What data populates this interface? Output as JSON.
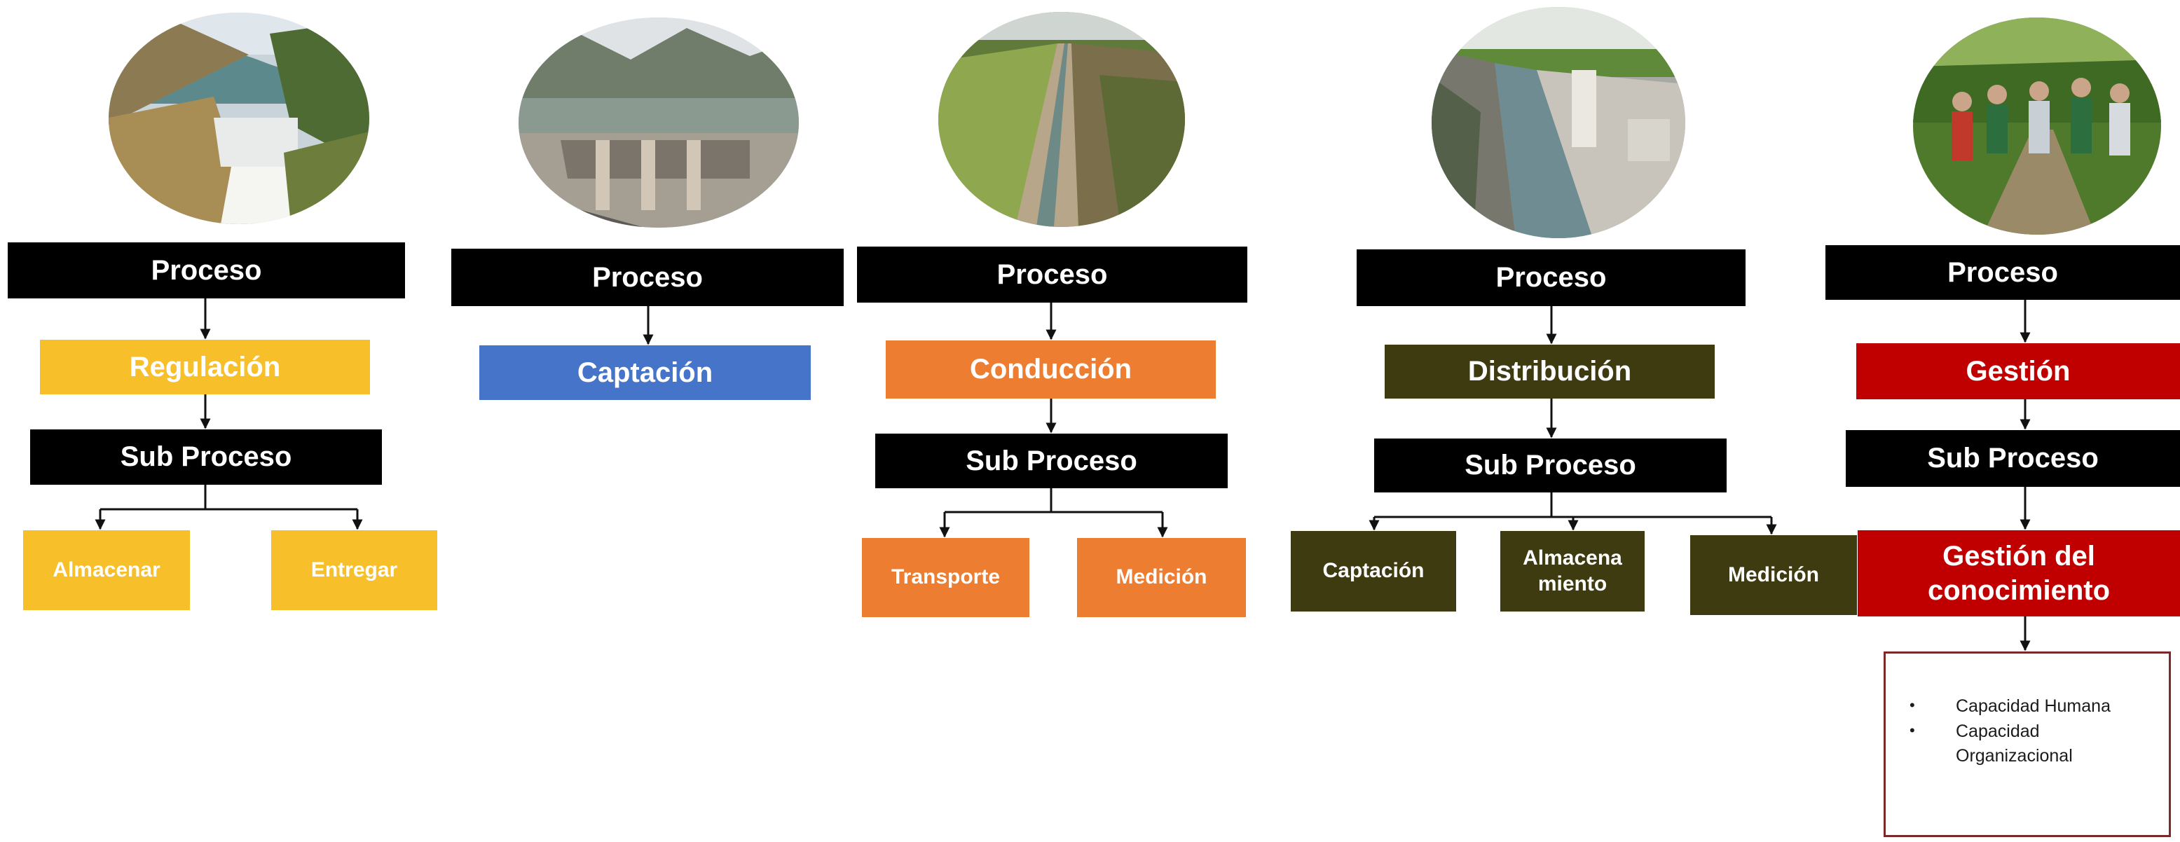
{
  "colors": {
    "regulacion": "#f7c02b",
    "captacion": "#4574c9",
    "conduccion": "#ed7d31",
    "distribucion": "#3e3b10",
    "gestion": "#c00000",
    "process_box": "#000000",
    "notes_border": "#7b2a2a"
  },
  "columns": [
    {
      "photo": "dam-reservoir-photo",
      "process": "Proceso",
      "stage": "Regulación",
      "sub": "Sub Proceso",
      "items": [
        "Almacenar",
        "Entregar"
      ]
    },
    {
      "photo": "water-intake-structure-photo",
      "process": "Proceso",
      "stage": "Captación"
    },
    {
      "photo": "irrigation-canal-photo",
      "process": "Proceso",
      "stage": "Conducción",
      "sub": "Sub Proceso",
      "items": [
        "Transporte",
        "Medición"
      ]
    },
    {
      "photo": "distribution-channel-photo",
      "process": "Proceso",
      "stage": "Distribución",
      "sub": "Sub Proceso",
      "items": [
        "Captación",
        "Almacena\nmiento",
        "Medición"
      ]
    },
    {
      "photo": "field-meeting-group-photo",
      "process": "Proceso",
      "stage": "Gestión",
      "sub": "Sub Proceso",
      "items": [
        "Gestión del conocimiento"
      ],
      "notes": [
        "Capacidad Humana",
        "Capacidad Organizacional"
      ]
    }
  ]
}
